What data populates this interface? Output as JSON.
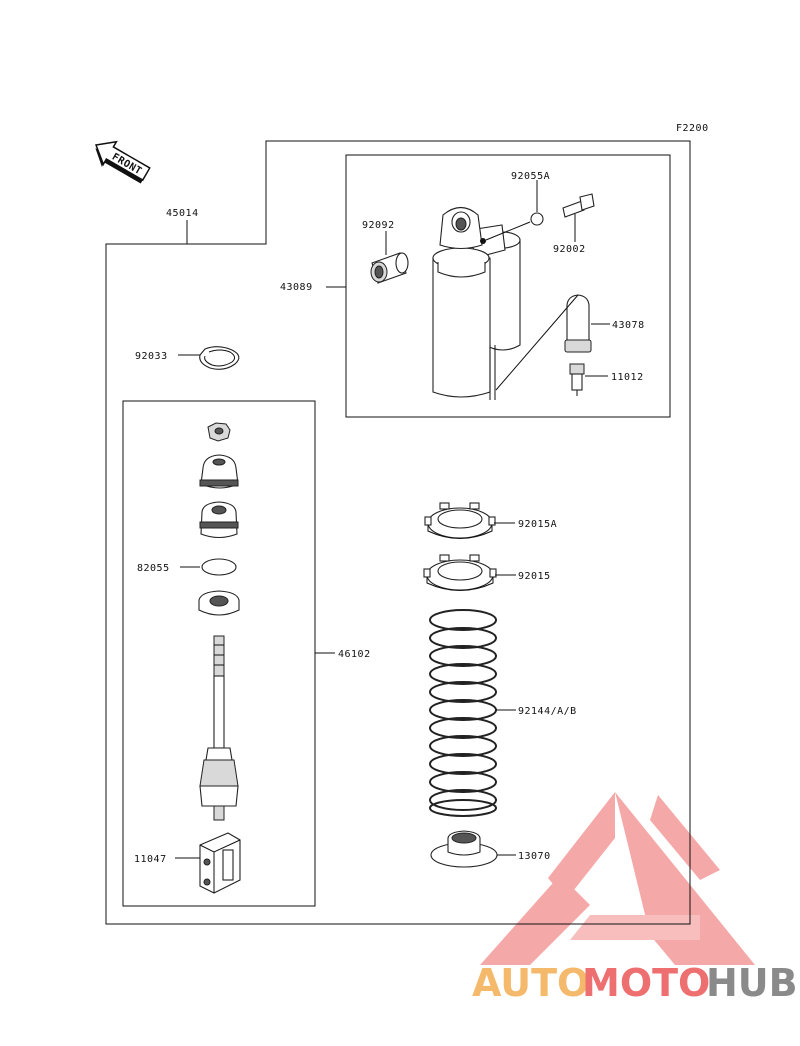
{
  "diagram_code": "F2200",
  "front_label": "FRONT",
  "parts": {
    "p45014": "45014",
    "p43089": "43089",
    "p92092": "92092",
    "p92055A": "92055A",
    "p92002": "92002",
    "p43078": "43078",
    "p11012": "11012",
    "p92033": "92033",
    "p82055": "82055",
    "p46102": "46102",
    "p11047": "11047",
    "p92015A": "92015A",
    "p92015": "92015",
    "p92144": "92144/A/B",
    "p13070": "13070"
  },
  "watermark": {
    "part1": "AUTO",
    "part2": "MOTO",
    "part3": "HUB",
    "color_orange": "#f5b96b",
    "color_red": "#ee6f6f",
    "color_gray": "#8a8a8a"
  }
}
